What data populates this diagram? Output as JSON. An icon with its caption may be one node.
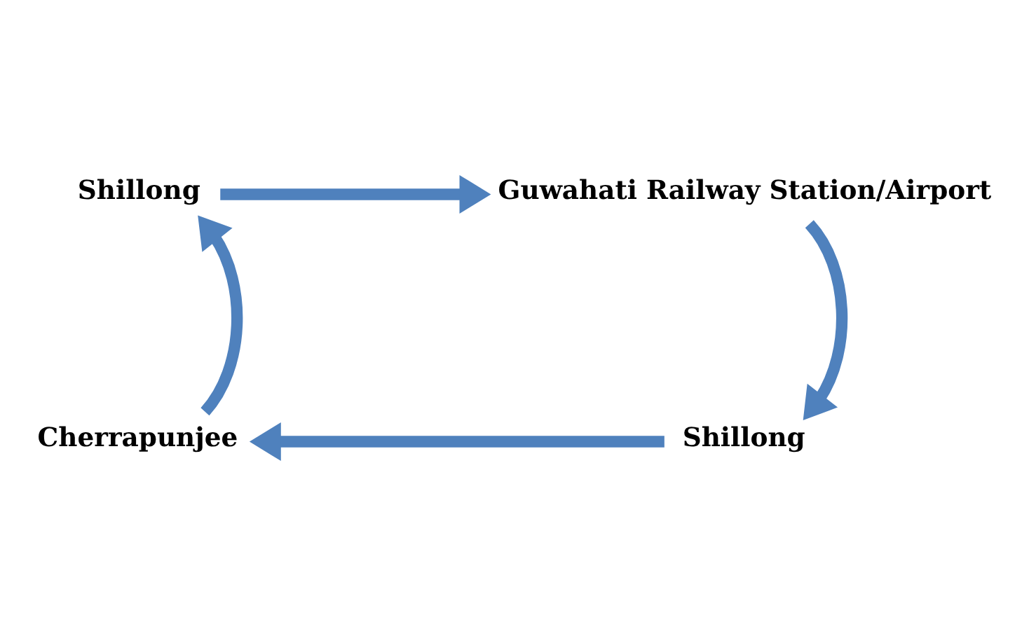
{
  "diagram": {
    "nodes": [
      {
        "text": [
          "Shillong"
        ]
      },
      {
        "text": [
          "Guwahati Railway Station/Airport"
        ]
      },
      {
        "text": [
          "Shillong"
        ]
      },
      {
        "text": [
          "Cherrapunjee"
        ]
      }
    ],
    "edges": [
      {
        "from": 0,
        "to": 1,
        "arrow": "to"
      },
      {
        "from": 1,
        "to": 2,
        "arrow": "to"
      },
      {
        "from": 2,
        "to": 3,
        "arrow": "to"
      },
      {
        "from": 3,
        "to": 0,
        "arrow": "to"
      }
    ]
  }
}
